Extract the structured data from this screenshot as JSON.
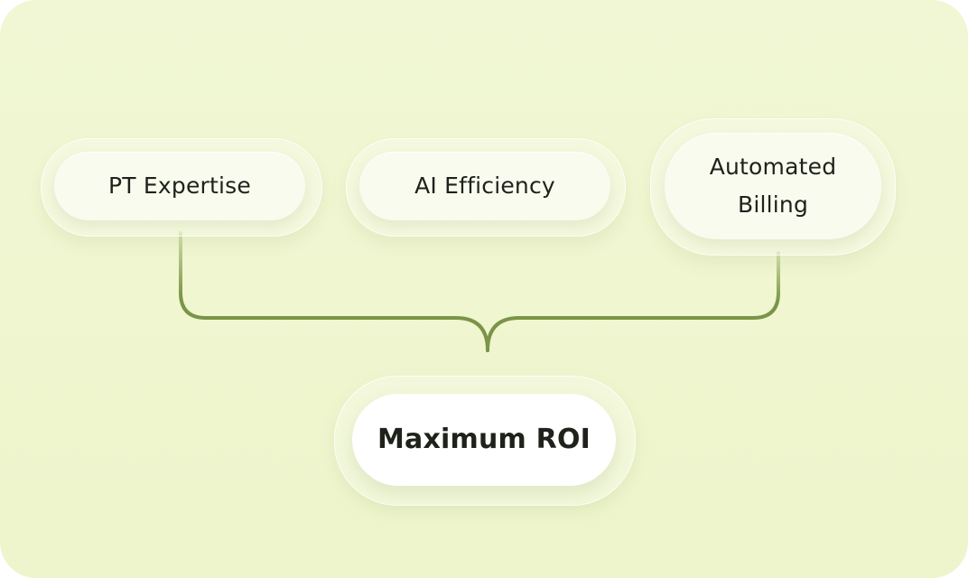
{
  "inputs": [
    {
      "label": "PT Expertise"
    },
    {
      "label": "AI Efficiency"
    },
    {
      "label_line1": "Automated",
      "label_line2": "Billing"
    }
  ],
  "result": {
    "label": "Maximum ROI"
  },
  "colors": {
    "background": "#eff6cf",
    "connector_dark": "#7b9447",
    "connector_light": "#c3d49a",
    "pill": "#f8fbee",
    "result_pill": "#ffffff",
    "text": "#1f221b"
  }
}
